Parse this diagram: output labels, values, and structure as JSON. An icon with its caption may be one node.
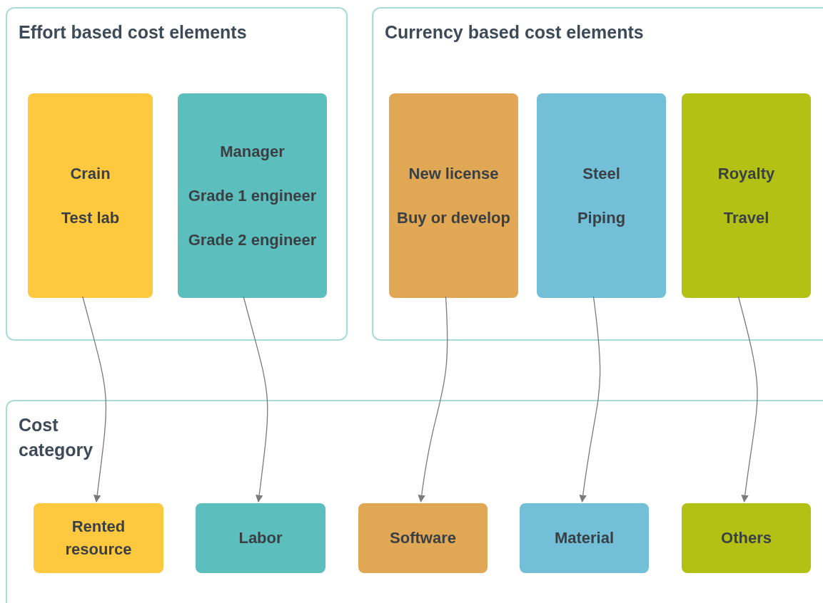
{
  "diagram": {
    "nodes": [
      {
        "text": [
          "Effort based cost elements"
        ]
      },
      {
        "text": [
          "Crain",
          "Test lab"
        ],
        "in": 0
      },
      {
        "text": [
          "Manager",
          "Grade 1 engineer",
          "Grade 2 engineer"
        ],
        "in": 0
      },
      {
        "text": [
          "Currency based cost elements"
        ]
      },
      {
        "text": [
          "New license",
          "Buy or develop"
        ],
        "in": 3
      },
      {
        "text": [
          "Steel",
          "Piping"
        ],
        "in": 3
      },
      {
        "text": [
          "Royalty",
          "Travel"
        ],
        "in": 3
      },
      {
        "text": [
          "Cost category"
        ]
      },
      {
        "text": [
          "Rented resource"
        ],
        "in": 7
      },
      {
        "text": [
          "Labor"
        ],
        "in": 7
      },
      {
        "text": [
          "Software"
        ],
        "in": 7
      },
      {
        "text": [
          "Material"
        ],
        "in": 7
      },
      {
        "text": [
          "Others"
        ],
        "in": 7
      }
    ],
    "edges": [
      {
        "from": 1,
        "to": 8,
        "arrow": "to"
      },
      {
        "from": 2,
        "to": 9,
        "arrow": "to"
      },
      {
        "from": 4,
        "to": 10,
        "arrow": "to"
      },
      {
        "from": 5,
        "to": 11,
        "arrow": "to"
      },
      {
        "from": 6,
        "to": 12,
        "arrow": "to"
      }
    ]
  }
}
